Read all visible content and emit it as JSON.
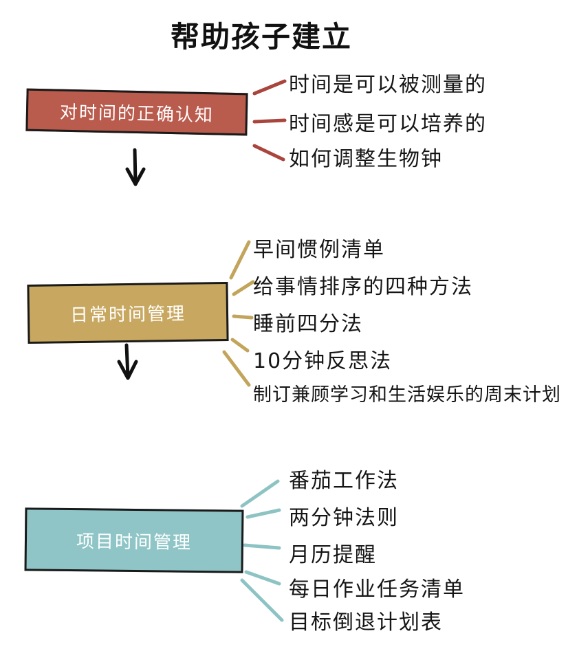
{
  "title": "帮助孩子建立",
  "colors": {
    "box1": "#b95b4d",
    "box2": "#c8a861",
    "box3": "#8fc5c6",
    "lines1": "#a9453c",
    "lines2": "#c2a45a",
    "lines3": "#8ec3c4"
  },
  "sections": [
    {
      "label": "对时间的正确认知",
      "items": [
        "时间是可以被测量的",
        "时间感是可以培养的",
        "如何调整生物钟"
      ]
    },
    {
      "label": "日常时间管理",
      "items": [
        "早间惯例清单",
        "给事情排序的四种方法",
        "睡前四分法",
        "10分钟反思法",
        "制订兼顾学习和生活娱乐的周末计划"
      ]
    },
    {
      "label": "项目时间管理",
      "items": [
        "番茄工作法",
        "两分钟法则",
        "月历提醒",
        "每日作业任务清单",
        "目标倒退计划表"
      ]
    }
  ]
}
